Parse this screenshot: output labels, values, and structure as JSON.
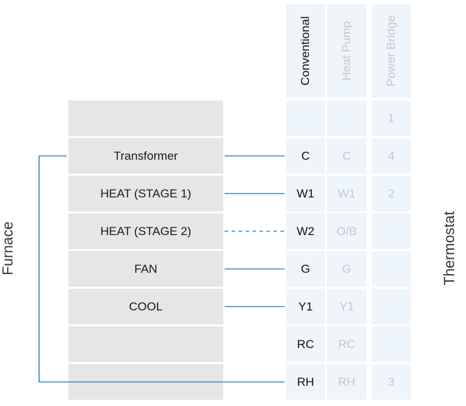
{
  "labels": {
    "furnace": "Furnace",
    "thermostat": "Thermostat"
  },
  "columns": [
    {
      "name": "Conventional",
      "style": "conv"
    },
    {
      "name": "Heat Pump",
      "style": "faint"
    },
    {
      "name": "Power Bridge",
      "style": "faint"
    }
  ],
  "rows": [
    {
      "furnace": "",
      "conventional": "",
      "heat_pump": "",
      "power_bridge": "1",
      "wire": "none"
    },
    {
      "furnace": "Transformer",
      "conventional": "C",
      "heat_pump": "C",
      "power_bridge": "4",
      "wire": "solid"
    },
    {
      "furnace": "HEAT (STAGE 1)",
      "conventional": "W1",
      "heat_pump": "W1",
      "power_bridge": "2",
      "wire": "solid"
    },
    {
      "furnace": "HEAT (STAGE 2)",
      "conventional": "W2",
      "heat_pump": "O/B",
      "power_bridge": "",
      "wire": "dashed"
    },
    {
      "furnace": "FAN",
      "conventional": "G",
      "heat_pump": "G",
      "power_bridge": "",
      "wire": "solid"
    },
    {
      "furnace": "COOL",
      "conventional": "Y1",
      "heat_pump": "Y1",
      "power_bridge": "",
      "wire": "solid"
    },
    {
      "furnace": "",
      "conventional": "RC",
      "heat_pump": "RC",
      "power_bridge": "",
      "wire": "none"
    },
    {
      "furnace": "",
      "conventional": "RH",
      "heat_pump": "RH",
      "power_bridge": "3",
      "wire": "loop"
    }
  ],
  "colors": {
    "wire": "#3a8cc8",
    "furnace_cell": "#e6e6e6",
    "thermostat_cell": "#eef5fb",
    "faint_text": "#c4c9cd"
  }
}
